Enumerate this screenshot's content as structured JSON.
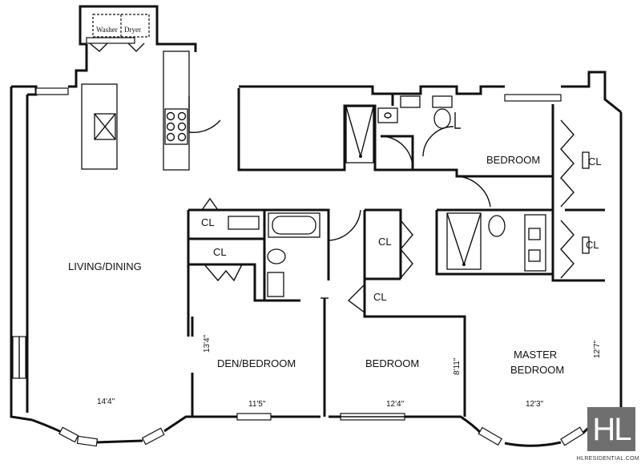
{
  "rooms": {
    "living_dining": "LIVING/DINING",
    "den_bedroom": "DEN/BEDROOM",
    "bedroom_middle": "BEDROOM",
    "bedroom_top": "BEDROOM",
    "master_line1": "MASTER",
    "master_line2": "BEDROOM"
  },
  "closets": {
    "cl1": "CL",
    "cl2": "CL",
    "cl3": "CL",
    "cl4": "CL",
    "cl5": "CL",
    "cl6": "CL"
  },
  "appliances": {
    "washer": "Washer",
    "dryer": "Dryer"
  },
  "dimensions": {
    "living_width": "14'4\"",
    "den_width": "11'5\"",
    "den_depth": "13'4\"",
    "bedroom_width": "12'4\"",
    "bedroom_depth": "8'11\"",
    "master_width": "12'3\"",
    "master_depth": "12'7\""
  },
  "logo": {
    "mark": "HL",
    "website": "HLRESIDENTIAL.COM"
  }
}
